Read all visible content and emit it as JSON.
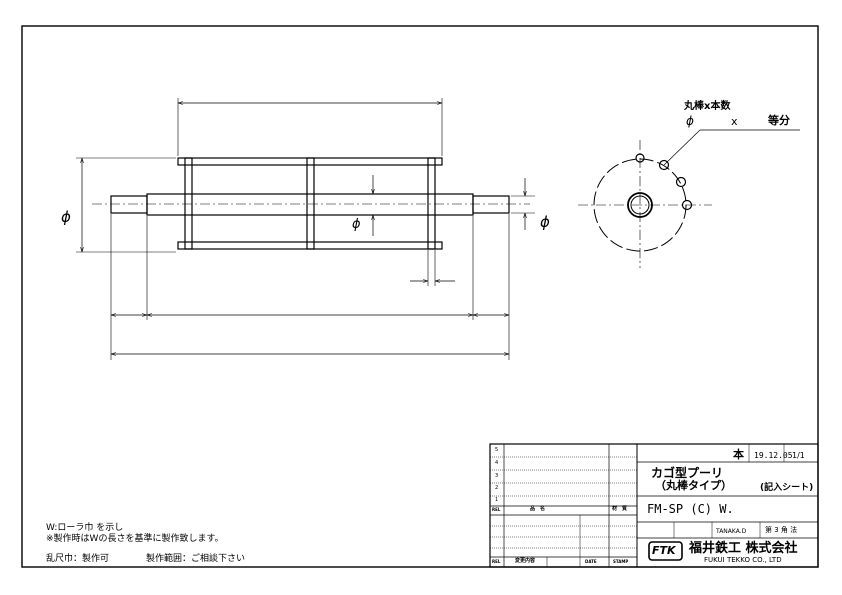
{
  "drawing": {
    "phi": "ϕ",
    "end_view": {
      "callout_line1": "丸棒x本数",
      "callout_phi": "ϕ",
      "callout_x": "x",
      "callout_equal": "等分"
    }
  },
  "notes": {
    "line1": "W:ローラ巾 を示し",
    "line2": "※製作時はWの長さを基準に製作致します。",
    "line3_a": "乱尺巾：製作可",
    "line3_b": "製作範囲：ご相談下さい"
  },
  "title_block": {
    "rev_rows": [
      "5",
      "4",
      "3",
      "2",
      "1"
    ],
    "rev_header_no": "REL",
    "rev_header_item": "品　名",
    "rev_header_date": "材　質",
    "bottom_header_no": "REL",
    "bottom_header_desc": "変更内容",
    "bottom_header_date": "DATE",
    "bottom_header_check": "STAMP",
    "quantity_unit": "本",
    "date": "19.12.05",
    "scale": "1/1",
    "product_name": "カゴ型プーリ",
    "product_type": "（丸棒タイプ）",
    "sheet_type": "(記入シート)",
    "drawing_number": "FM-SP (C) W.",
    "designer": "TANAKA.D",
    "projection": "第 3 角 法",
    "company_logo": "FTK",
    "company_name": "福井鉄工 株式会社",
    "company_name_en": "FUKUI TEKKO  CO., LTD"
  }
}
